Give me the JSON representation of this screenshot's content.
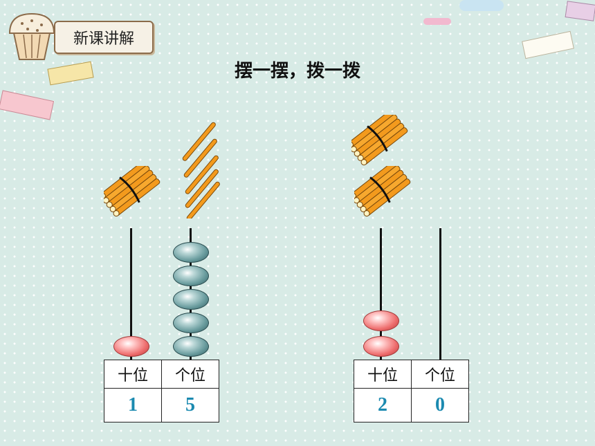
{
  "header": {
    "lesson_tag": "新课讲解",
    "title": "摆一摆，拨一拨"
  },
  "examples": [
    {
      "bundles_of_ten": 1,
      "single_sticks": 5,
      "tens_beads": 1,
      "ones_beads": 5,
      "table": {
        "tens_header": "十位",
        "ones_header": "个位",
        "tens_value": "1",
        "ones_value": "5"
      }
    },
    {
      "bundles_of_ten": 2,
      "single_sticks": 0,
      "tens_beads": 2,
      "ones_beads": 0,
      "table": {
        "tens_header": "十位",
        "ones_header": "个位",
        "tens_value": "2",
        "ones_value": "0"
      }
    }
  ],
  "colors": {
    "background": "#d8ebe6",
    "stick_orange": "#f39a1d",
    "bead_teal": "#6c9ea0",
    "bead_red": "#ee6e6e",
    "digit_blue": "#1b8ab0"
  },
  "icons": [
    "muffin-icon",
    "stick-bundle-icon",
    "stick-icon"
  ]
}
